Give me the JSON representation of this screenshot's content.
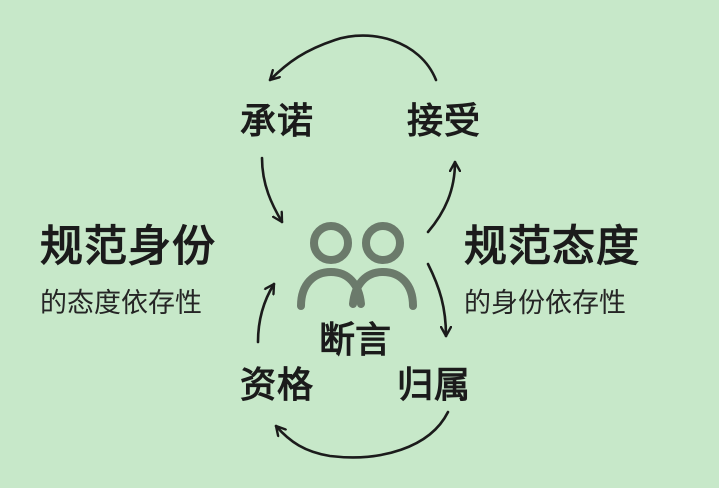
{
  "diagram": {
    "nodes": {
      "top_left": "承诺",
      "top_right": "接受",
      "bottom_left": "资格",
      "bottom_right": "归属",
      "center": "断言"
    },
    "left_panel": {
      "title": "规范身份",
      "subtitle": "的态度依存性"
    },
    "right_panel": {
      "title": "规范态度",
      "subtitle": "的身份依存性"
    },
    "icon": "people-icon",
    "colors": {
      "background": "#c7e8c9",
      "icon": "#6b7a6b",
      "text": "#1b1b1b",
      "arrow": "#1b1b1b"
    }
  }
}
